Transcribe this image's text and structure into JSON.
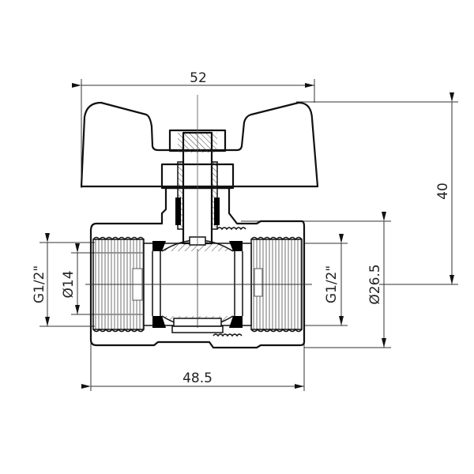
{
  "drawing": {
    "subject": "ball valve cross-section with butterfly handle",
    "colors": {
      "line": "#111111",
      "hatch": "#555555",
      "background": "#ffffff",
      "seal": "#000000"
    },
    "dimensions": {
      "handle_width": "52",
      "total_height": "40",
      "body_length": "48.5",
      "left_thread": "G1/2\"",
      "bore_diameter": "Ø14",
      "right_thread": "G1/2\"",
      "outer_diameter": "Ø26.5"
    }
  }
}
